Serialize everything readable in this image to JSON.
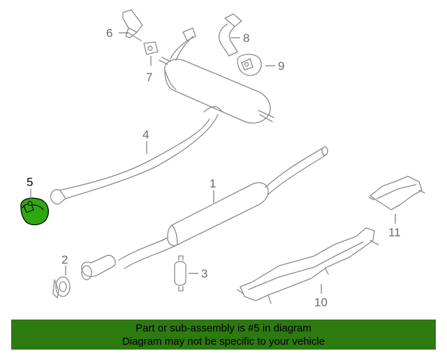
{
  "diagram": {
    "highlighted_part": "5",
    "callouts": {
      "c1": "1",
      "c2": "2",
      "c3": "3",
      "c4": "4",
      "c5": "5",
      "c6": "6",
      "c7": "7",
      "c8": "8",
      "c9": "9",
      "c10": "10",
      "c11": "11"
    },
    "colors": {
      "highlight_fill": "#2ea80f",
      "banner_bg": "#2c7a10",
      "line_art": "#8a8a8a"
    }
  },
  "banner": {
    "line1": "Part or sub-assembly is #5 in diagram",
    "line2": "Diagram may not be specific to your vehicle"
  }
}
